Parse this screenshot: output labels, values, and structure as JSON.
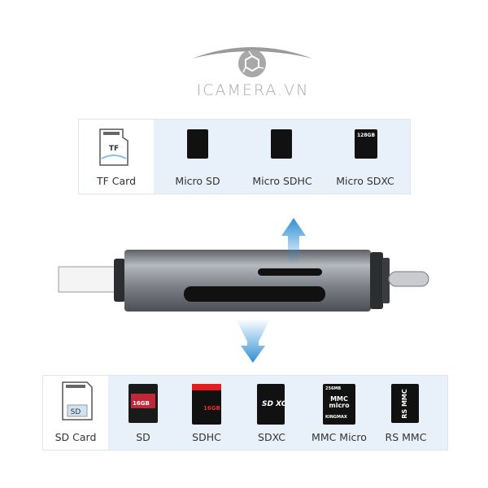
{
  "logo": {
    "text": "ICAMERA.VN",
    "color": "#a9a9a9"
  },
  "top_panel": {
    "items": [
      {
        "label": "TF Card",
        "icon": "tf-card-outline-icon",
        "card_text": "TF"
      },
      {
        "label": "Micro SD",
        "icon": "micro-sd-card-icon"
      },
      {
        "label": "Micro SDHC",
        "icon": "micro-sdhc-card-icon"
      },
      {
        "label": "Micro SDXC",
        "icon": "micro-sdxc-card-icon",
        "card_text": "128GB"
      }
    ]
  },
  "bottom_panel": {
    "items": [
      {
        "label": "SD Card",
        "icon": "sd-card-outline-icon",
        "card_text": "SD"
      },
      {
        "label": "SD",
        "icon": "sd-card-icon",
        "card_text": "16GB"
      },
      {
        "label": "SDHC",
        "icon": "sdhc-card-icon",
        "card_text": "16GB"
      },
      {
        "label": "SDXC",
        "icon": "sdxc-card-icon",
        "card_text": "SD XC"
      },
      {
        "label": "MMC Micro",
        "icon": "mmc-micro-card-icon",
        "card_text": "MMC micro",
        "card_brand": "KINGMAX",
        "card_capacity": "256MB"
      },
      {
        "label": "RS MMC",
        "icon": "rs-mmc-card-icon",
        "card_text": "RS MMC"
      }
    ]
  },
  "colors": {
    "panel": "#e8f1f9",
    "arrow": "#2f8fd6",
    "body": "#8a8d92"
  }
}
